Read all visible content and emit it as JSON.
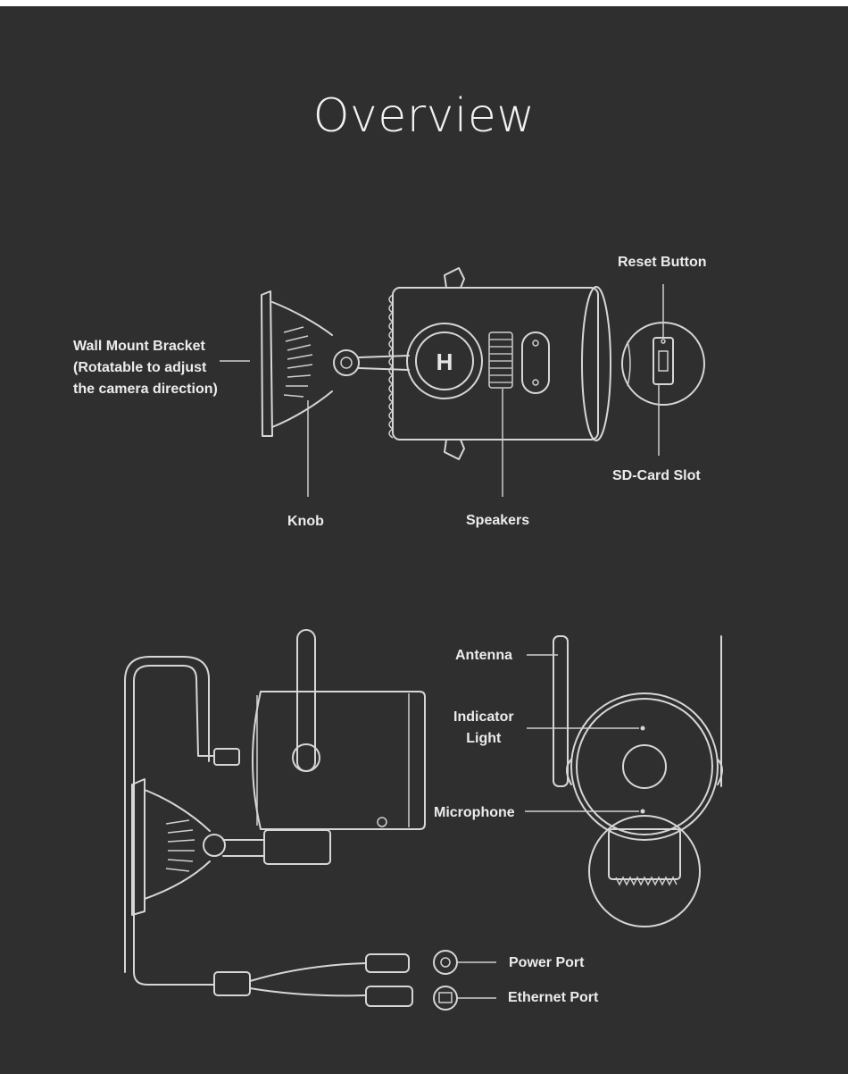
{
  "title": "Overview",
  "labels": {
    "wall_mount": [
      "Wall Mount Bracket",
      "(Rotatable to adjust",
      "the camera direction)"
    ],
    "knob": "Knob",
    "speakers": "Speakers",
    "reset_button": "Reset Button",
    "sd_card_slot": "SD-Card Slot",
    "antenna": "Antenna",
    "indicator_light": [
      "Indicator",
      "Light"
    ],
    "microphone": "Microphone",
    "power_port": "Power Port",
    "ethernet_port": "Ethernet Port"
  },
  "colors": {
    "background": "#2f2f2f",
    "line": "#d6d6d6",
    "text": "#ececec"
  }
}
